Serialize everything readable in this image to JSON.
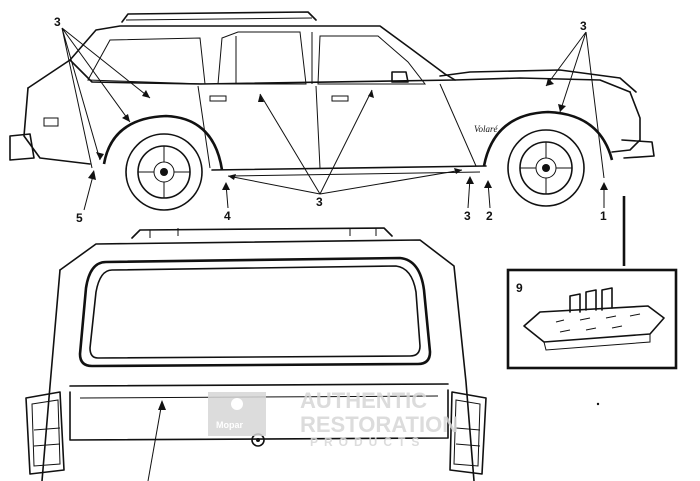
{
  "callouts": {
    "top_left": "3",
    "top_right": "3",
    "bottom_center": "3",
    "bottom_right_a": "3",
    "label_1": "1",
    "label_2": "2",
    "label_4": "4",
    "label_5": "5",
    "inset": "9"
  },
  "watermark": {
    "brand": "Mopar",
    "line1": "AUTHENTIC",
    "line2": "RESTORATION",
    "line3": "PRODUCTS"
  },
  "badge": {
    "script": "Volaré"
  },
  "colors": {
    "ink": "#111111",
    "watermark": "#d6d6d6",
    "paper": "#ffffff"
  }
}
